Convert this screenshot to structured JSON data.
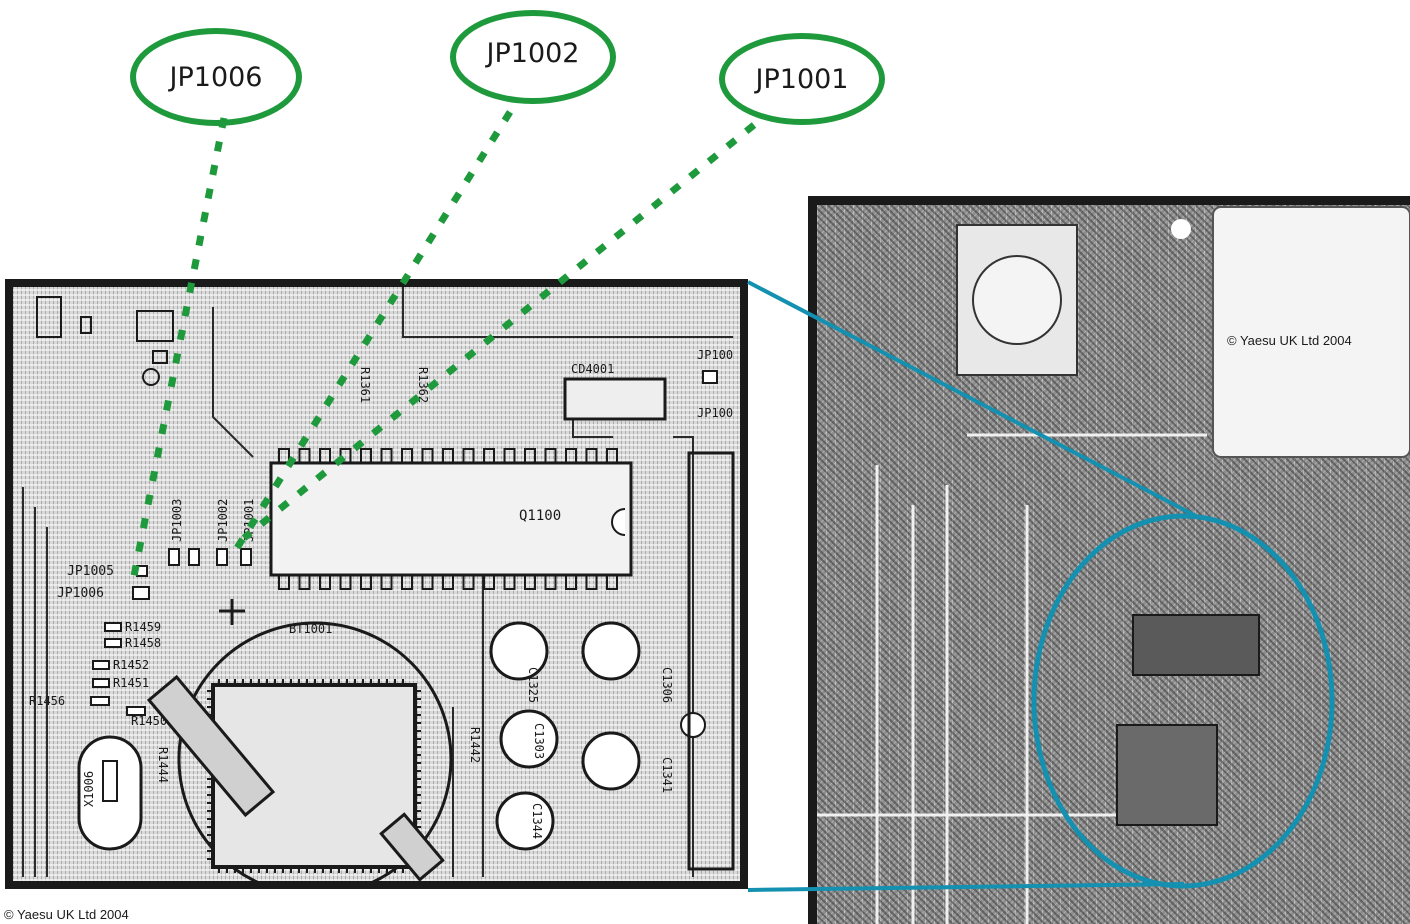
{
  "callouts": [
    {
      "id": "jp1006",
      "label": "JP1006"
    },
    {
      "id": "jp1002",
      "label": "JP1002"
    },
    {
      "id": "jp1001",
      "label": "JP1001"
    }
  ],
  "board_labels": {
    "jp1005": "JP1005",
    "jp1006": "JP1006",
    "ic": "Q1100",
    "connector": "CD4001",
    "jp100_a": "JP100",
    "jp100_b": "JP100",
    "r1450": "R1450",
    "r1451": "R1451",
    "r1452": "R1452",
    "r1456": "R1456",
    "r1458": "R1458",
    "r1459": "R1459",
    "bt1001": "BT1001",
    "c1325": "C1325",
    "c1303": "C1303",
    "c1344": "C1344",
    "c1306": "C1306",
    "c1341": "C1341",
    "x1006": "X1006",
    "r1442": "R1442",
    "r1444": "R1444",
    "r1361": "R1361",
    "r1362": "R1362",
    "jp1003": "JP1003",
    "jp1002": "JP1002",
    "jp1001": "JP1001"
  },
  "copyright": {
    "board": "© Yaesu UK Ltd 2004",
    "bottom": "© Yaesu UK Ltd 2004"
  },
  "colors": {
    "callout_accent": "#1e9a3c",
    "zoom_accent": "#1490b0",
    "frame": "#1a1a1a"
  }
}
